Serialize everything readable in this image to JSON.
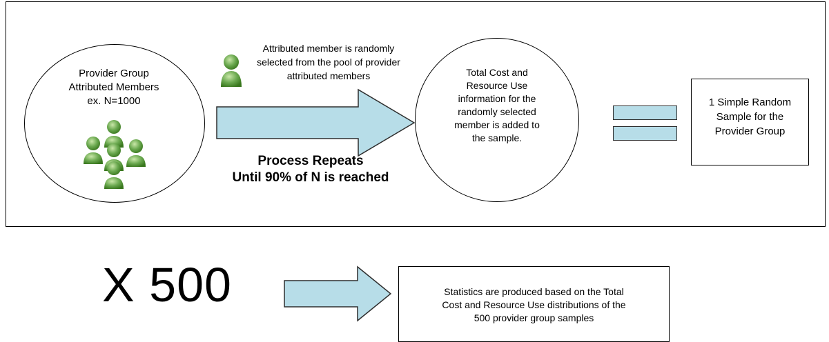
{
  "provider_pool": {
    "line1": "Provider Group",
    "line2": "Attributed Members",
    "line3": "ex. N=1000",
    "icon": "people-group-icon"
  },
  "selection_note": {
    "line1": "Attributed member is randomly",
    "line2": "selected from the pool of provider",
    "line3": "attributed members",
    "icon": "person-icon"
  },
  "process_note": {
    "line1": "Process Repeats",
    "line2": "Until 90% of N is reached"
  },
  "sample_circle": {
    "line1": "Total Cost and",
    "line2": "Resource Use",
    "line3": "information for the",
    "line4": "randomly selected",
    "line5": "member is added to",
    "line6": "the sample."
  },
  "result_box": {
    "line1": "1 Simple Random",
    "line2": "Sample for the",
    "line3": "Provider Group"
  },
  "repeat_label": "X 500",
  "statistics_box": {
    "line1": "Statistics are produced based on the Total",
    "line2": "Cost and Resource Use distributions of the",
    "line3": "500 provider group samples"
  },
  "colors": {
    "arrow_fill": "#b7dde8",
    "arrow_stroke": "#2f2f2f",
    "person_green": "#6aa84f"
  }
}
